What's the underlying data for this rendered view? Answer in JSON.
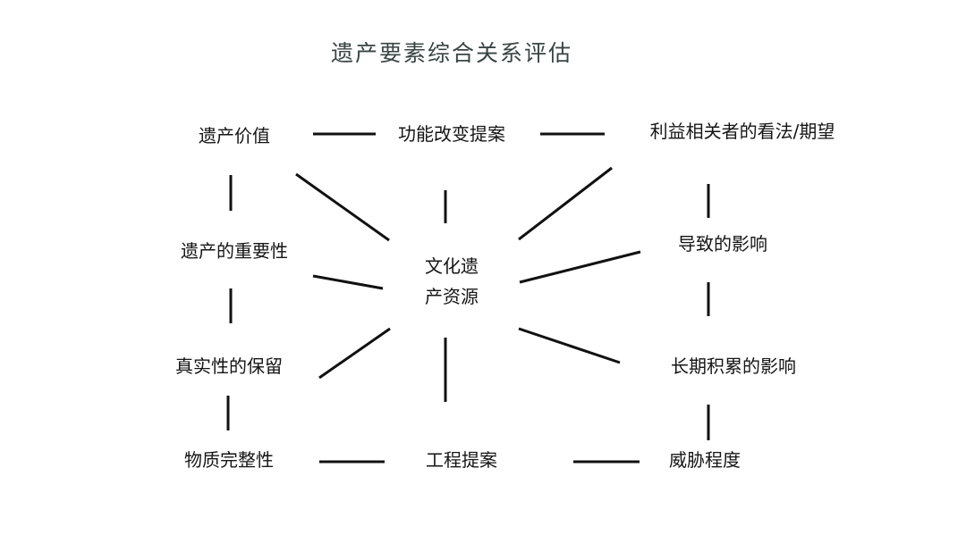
{
  "title": "遗产要素综合关系评估",
  "nodes": {
    "heritage_value": "遗产价值",
    "function_change": "功能改变提案",
    "stakeholders": "利益相关者的看法/期望",
    "heritage_significance": "遗产的重要性",
    "center_line1": "文化遗",
    "center_line2": "产资源",
    "resulting_impact": "导致的影响",
    "authenticity": "真实性的保留",
    "cumulative_impact": "长期积累的影响",
    "physical_integrity": "物质完整性",
    "engineering_proposal": "工程提案",
    "threat_level": "威胁程度"
  }
}
